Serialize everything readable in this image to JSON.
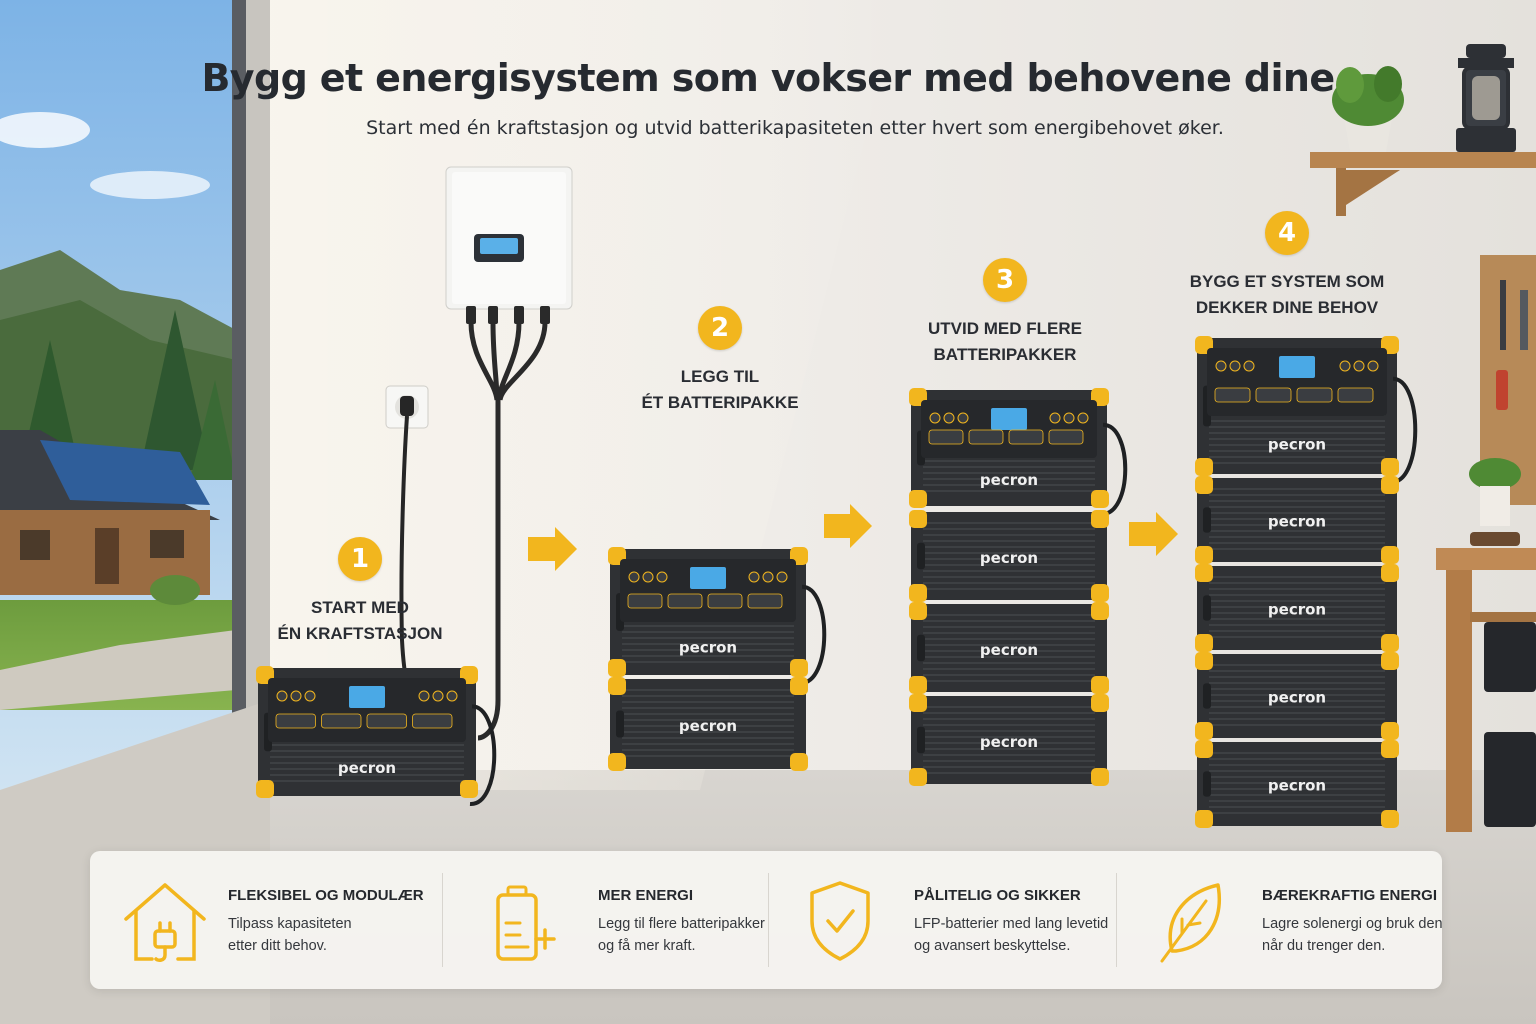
{
  "header": {
    "title": "Bygg et energisystem som vokser med behovene dine",
    "subtitle": "Start med én kraftstasjon og utvid batterikapasiteten etter hvert som energibehovet øker."
  },
  "brand": {
    "logo_text": "pecron",
    "accent_color": "#f2b61e",
    "unit_color": "#2f3134"
  },
  "steps": [
    {
      "number": "1",
      "label": "START MED\nÉN KRAFTSTASJON"
    },
    {
      "number": "2",
      "label": "LEGG TIL\nÉT BATTERIPAKKE"
    },
    {
      "number": "3",
      "label": "UTVID MED FLERE\nBATTERIPAKKER"
    },
    {
      "number": "4",
      "label": "BYGG ET SYSTEM SOM\nDEKKER DINE BEHOV"
    }
  ],
  "features": [
    {
      "icon": "house-plug-icon",
      "title": "FLEKSIBEL OG MODULÆR",
      "text": "Tilpass kapasiteten\netter ditt behov."
    },
    {
      "icon": "battery-plus-icon",
      "title": "MER ENERGI",
      "text": "Legg til flere batteripakker\nog få mer kraft."
    },
    {
      "icon": "shield-check-icon",
      "title": "PÅLITELIG OG SIKKER",
      "text": "LFP-batterier med lang levetid\nog avansert beskyttelse."
    },
    {
      "icon": "leaf-icon",
      "title": "BÆREKRAFTIG ENERGI",
      "text": "Lagre solenergi og bruk den\nnår du trenger den."
    }
  ]
}
